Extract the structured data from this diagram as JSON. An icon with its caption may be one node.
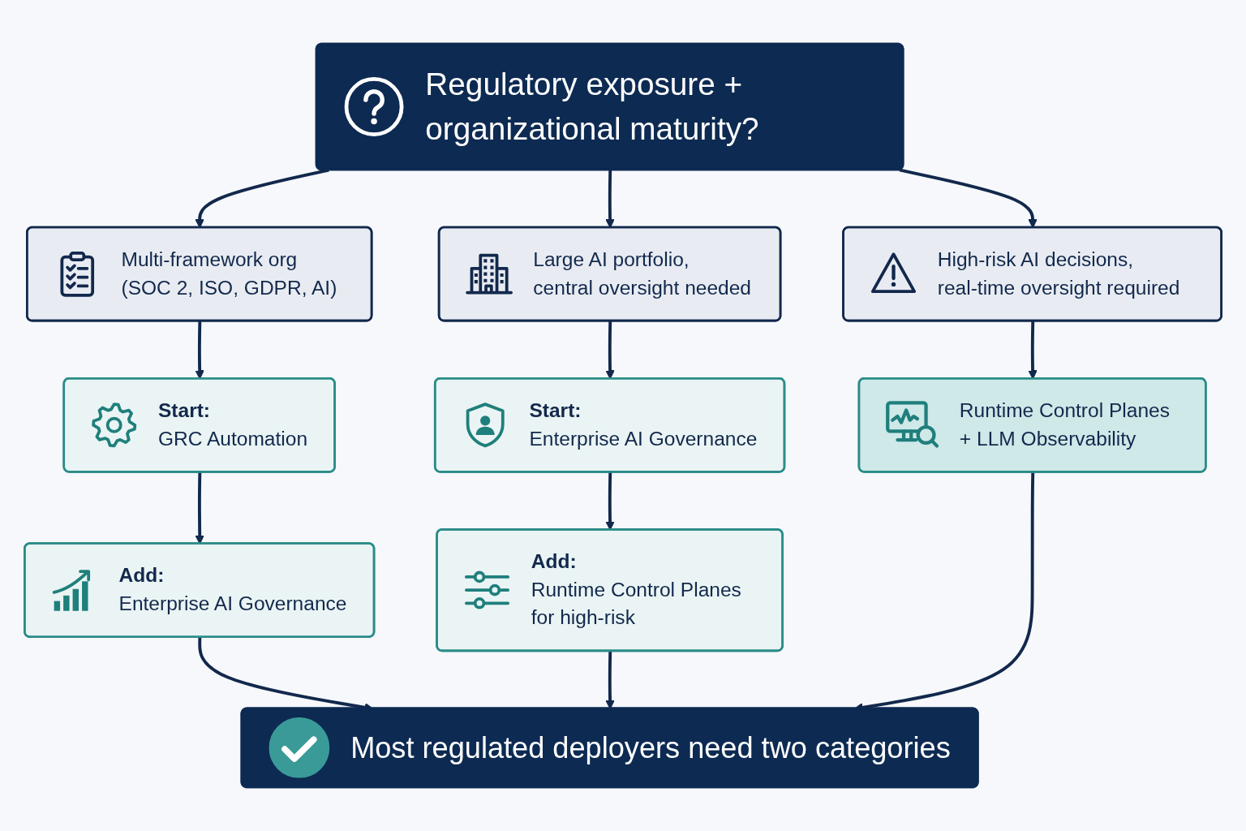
{
  "diagram": {
    "nodes": [
      {
        "text": [
          "Regulatory exposure + organizational maturity?"
        ]
      },
      {
        "text": [
          "Multi-framework org (SOC 2, ISO, GDPR, AI)"
        ]
      },
      {
        "text": [
          "Large AI portfolio, central oversight needed"
        ]
      },
      {
        "text": [
          "High-risk AI decisions, real-time oversight required"
        ]
      },
      {
        "text": [
          "Start:",
          "GRC Automation"
        ]
      },
      {
        "text": [
          "Start:",
          "Enterprise AI Governance"
        ]
      },
      {
        "text": [
          "Runtime Control Planes + LLM Observability"
        ]
      },
      {
        "text": [
          "Add:",
          "Enterprise AI Governance"
        ]
      },
      {
        "text": [
          "Add:",
          "Runtime Control Planes for high-risk"
        ]
      },
      {
        "text": [
          "Most regulated deployers need two categories"
        ]
      }
    ],
    "edges": [
      {
        "from": 0,
        "to": 1,
        "arrow": "to"
      },
      {
        "from": 0,
        "to": 2,
        "arrow": "to"
      },
      {
        "from": 0,
        "to": 3,
        "arrow": "to"
      },
      {
        "from": 1,
        "to": 4,
        "arrow": "to"
      },
      {
        "from": 2,
        "to": 5,
        "arrow": "to"
      },
      {
        "from": 3,
        "to": 6,
        "arrow": "to"
      },
      {
        "from": 4,
        "to": 7,
        "arrow": "to"
      },
      {
        "from": 5,
        "to": 8,
        "arrow": "to"
      },
      {
        "from": 7,
        "to": 9,
        "arrow": "to"
      },
      {
        "from": 8,
        "to": 9,
        "arrow": "to"
      },
      {
        "from": 6,
        "to": 9,
        "arrow": "to"
      }
    ]
  }
}
